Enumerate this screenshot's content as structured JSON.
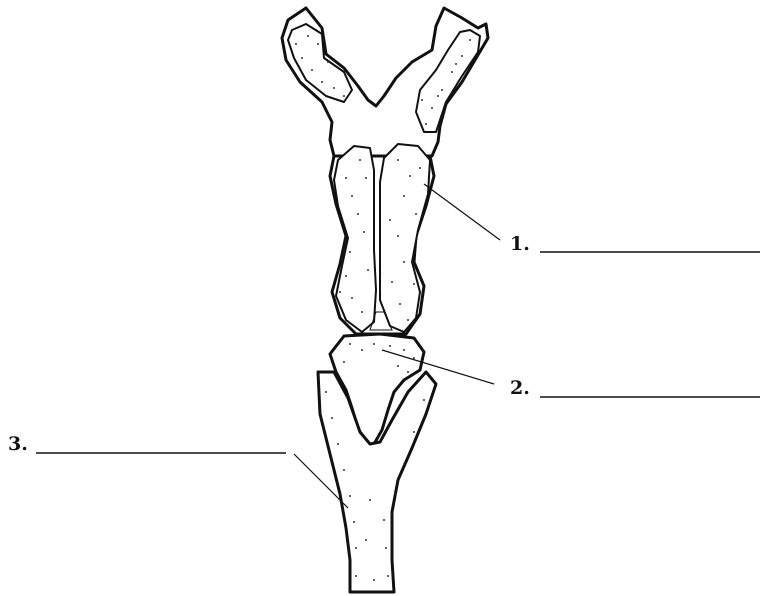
{
  "labels": [
    {
      "id": "1",
      "text": "1."
    },
    {
      "id": "2",
      "text": "2."
    },
    {
      "id": "3",
      "text": "3."
    }
  ],
  "colors": {
    "ink": "#111111",
    "paper": "#ffffff",
    "stipple": "#333333"
  }
}
